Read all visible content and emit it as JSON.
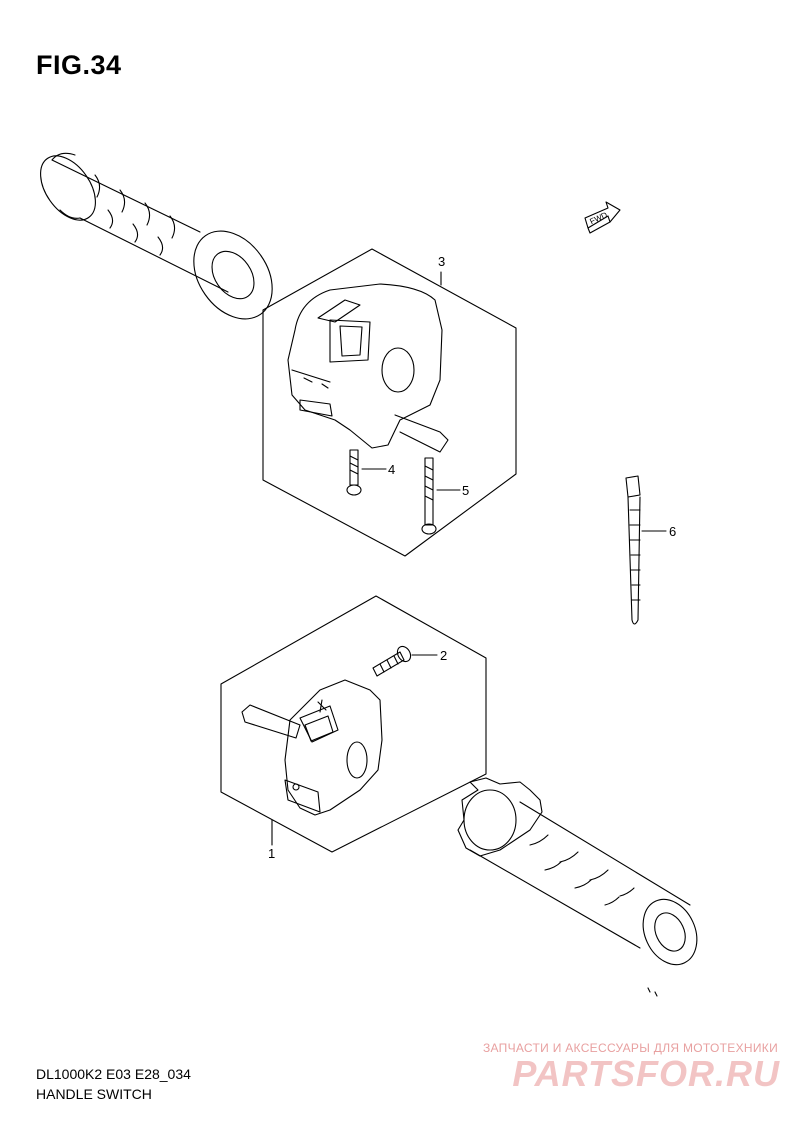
{
  "figure": {
    "title": "FIG.34"
  },
  "callouts": [
    {
      "num": "1",
      "part": "left handle switch"
    },
    {
      "num": "2",
      "part": "screw"
    },
    {
      "num": "3",
      "part": "right handle switch"
    },
    {
      "num": "4",
      "part": "screw"
    },
    {
      "num": "5",
      "part": "screw"
    },
    {
      "num": "6",
      "part": "cable tie"
    }
  ],
  "fwd_label": "FWD",
  "footer": {
    "code": "DL1000K2 E03 E28_034",
    "name": "HANDLE SWITCH"
  },
  "watermark": {
    "tagline": "ЗАПЧАСТИ И АКСЕССУАРЫ ДЛЯ МОТОТЕХНИКИ",
    "logo": "PARTSFOR.RU"
  },
  "colors": {
    "line": "#000000",
    "watermark": "#f2c4c4"
  }
}
